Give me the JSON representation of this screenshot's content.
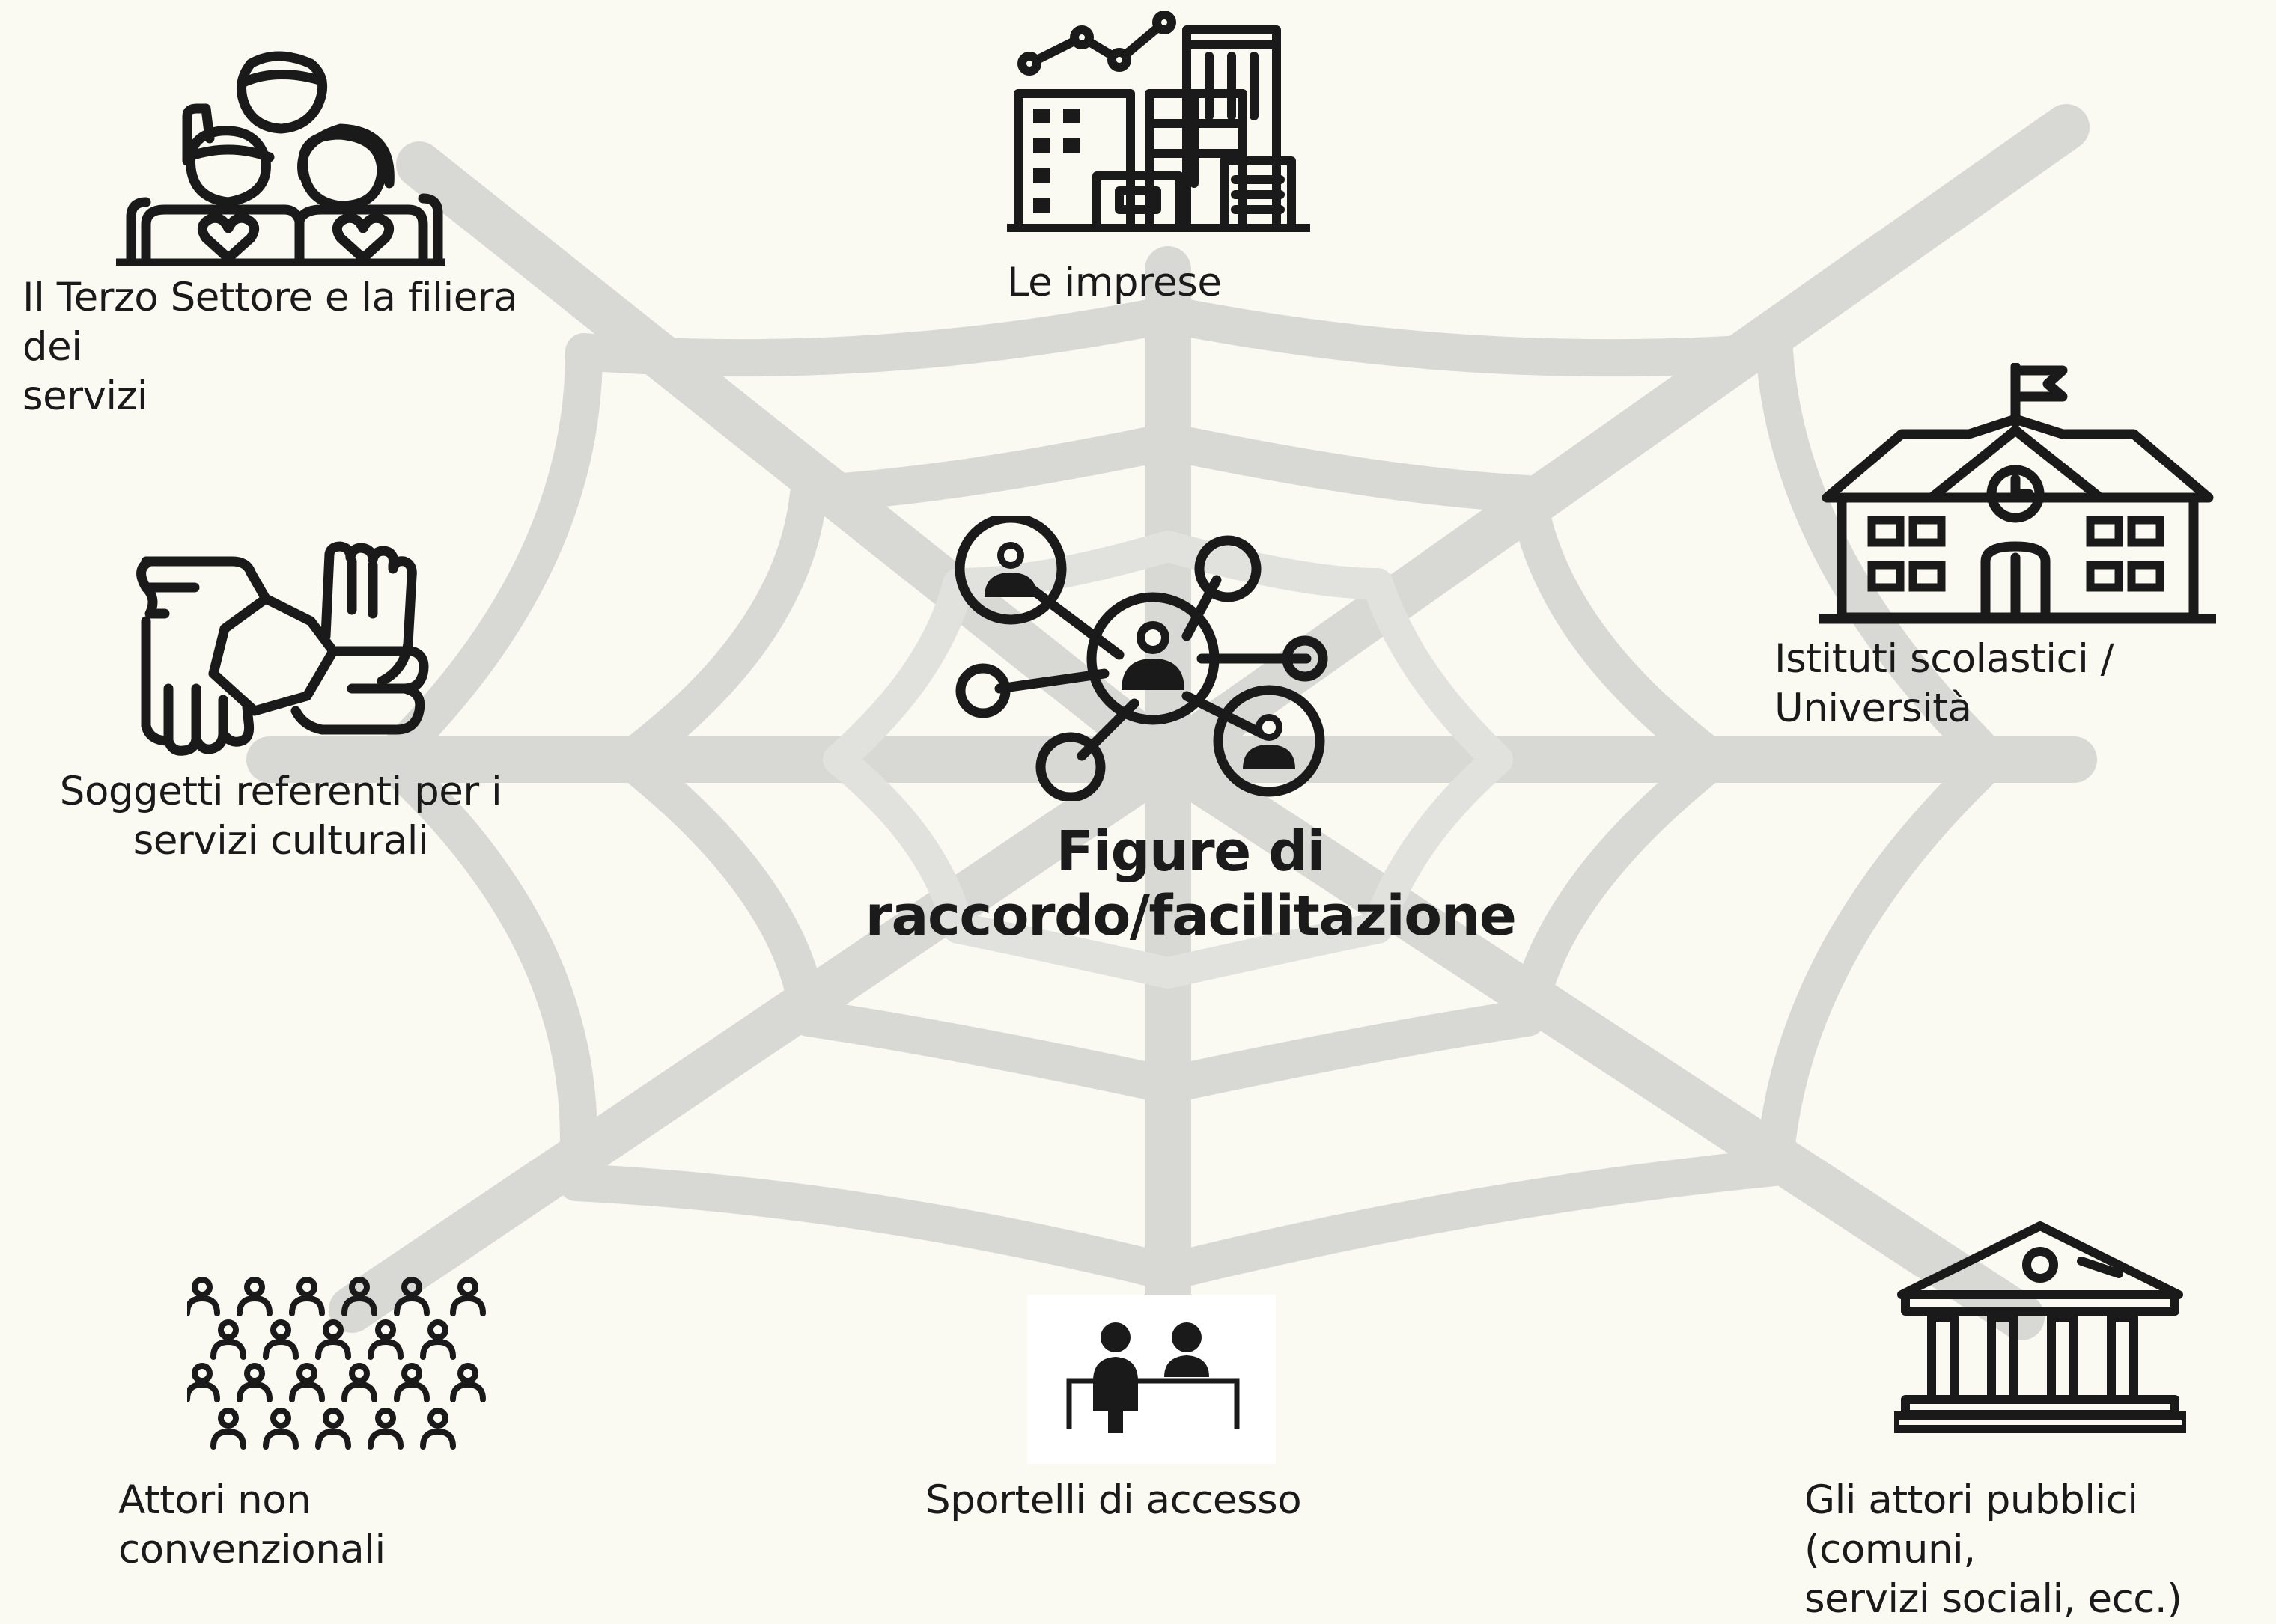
{
  "center": {
    "title": "Figure di raccordo/facilitazione",
    "icon": "network-people-icon"
  },
  "nodes": [
    {
      "id": "terzo-settore",
      "label_line1": "Il Terzo Settore e la filiera dei",
      "label_line2": "servizi",
      "icon": "community-people-icon"
    },
    {
      "id": "imprese",
      "label_line1": "Le imprese",
      "icon": "business-buildings-icon"
    },
    {
      "id": "istituti",
      "label_line1": "Istituti scolastici / Università",
      "icon": "school-building-icon"
    },
    {
      "id": "culturali",
      "label_line1": "Soggetti referenti per i",
      "label_line2": "servizi culturali",
      "icon": "joined-hands-icon"
    },
    {
      "id": "attori-non-conv",
      "label_line1": "Attori non convenzionali",
      "icon": "crowd-icon"
    },
    {
      "id": "sportelli",
      "label_line1": "Sportelli di accesso",
      "icon": "service-desk-icon"
    },
    {
      "id": "attori-pubblici",
      "label_line1": "Gli attori pubblici (comuni,",
      "label_line2": "servizi sociali, ecc.)",
      "icon": "public-institution-icon"
    }
  ],
  "colors": {
    "background": "#fafaf3",
    "web": "#d9d9d6",
    "web_inner": "#e4e4e1",
    "ink": "#1a1a1a"
  }
}
